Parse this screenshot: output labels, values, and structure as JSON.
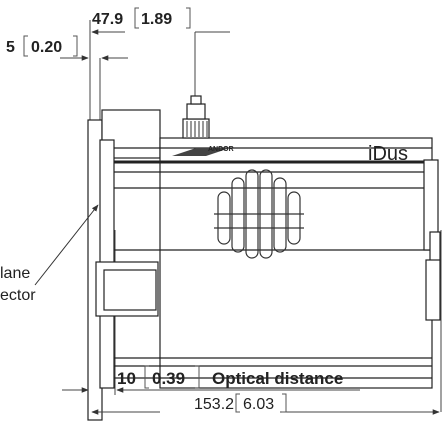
{
  "dimensions": {
    "total_length": {
      "mm": "153.2",
      "in": "6.03"
    },
    "head_length": {
      "mm": "47.9",
      "in": "1.89"
    },
    "flange_thickness": {
      "mm": "5",
      "in": "0.20"
    },
    "optical_distance": {
      "mm": "10",
      "in": "0.39",
      "label": "Optical distance"
    }
  },
  "callout": {
    "line1": "lane",
    "line2": "ector"
  },
  "body_labels": {
    "brand_logo": "ANDOR",
    "model": "iDus"
  }
}
